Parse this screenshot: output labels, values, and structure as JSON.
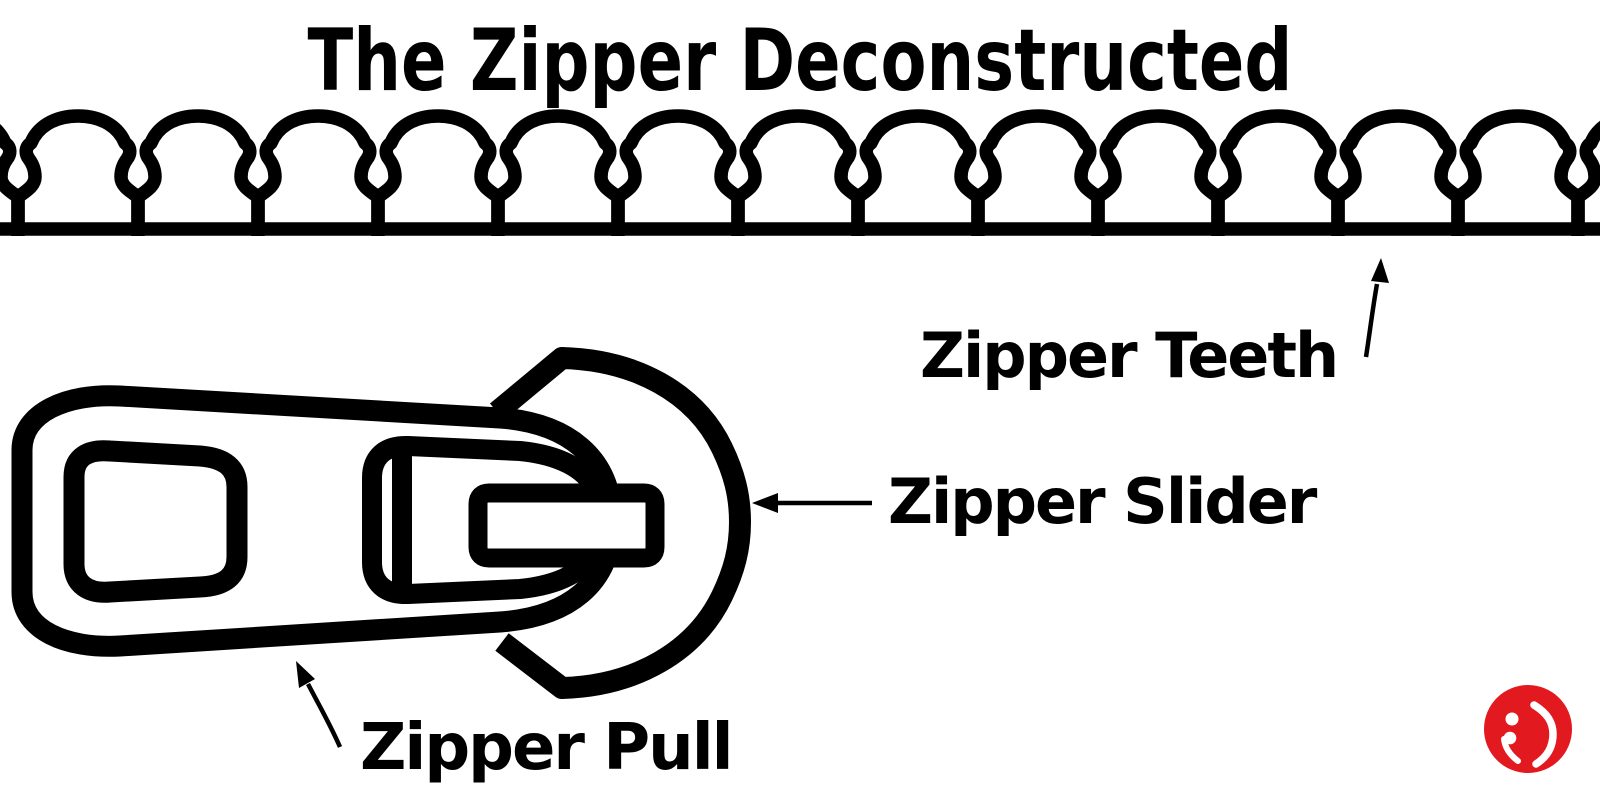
{
  "title": "The Zipper Deconstructed",
  "labels": {
    "teeth": "Zipper Teeth",
    "slider": "Zipper Slider",
    "pull": "Zipper Pull"
  },
  "logo": {
    "icon": "winking-smiley-icon",
    "glyph": ";)"
  },
  "colors": {
    "ink": "#000000",
    "paper": "#ffffff",
    "logo_red": "#e2191f"
  },
  "diagram": {
    "teeth_full_visible": 13,
    "parts": [
      "Zipper Teeth",
      "Zipper Slider",
      "Zipper Pull"
    ]
  }
}
